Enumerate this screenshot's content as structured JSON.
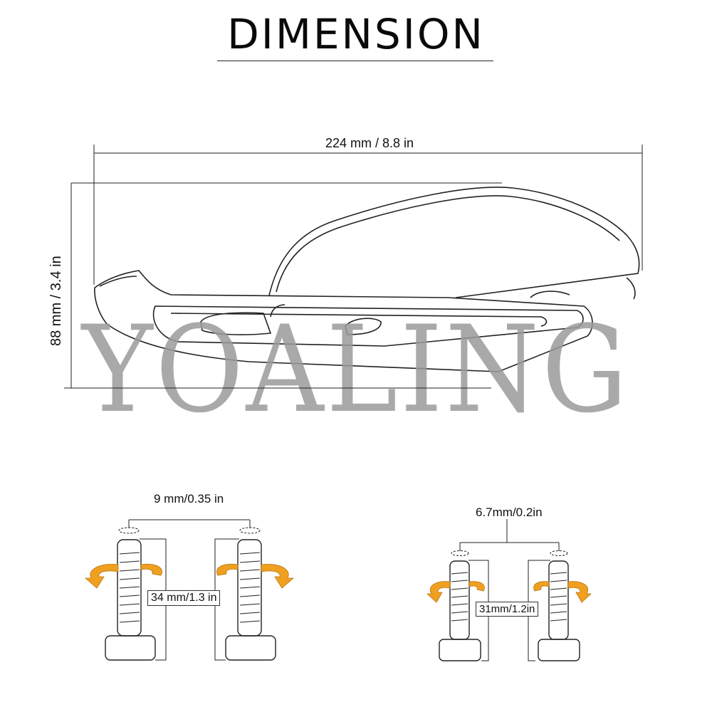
{
  "title": "DIMENSION",
  "watermark": "YOALING",
  "dimensions": {
    "width": "224 mm / 8.8 in",
    "height": "88 mm / 3.4 in",
    "bolt_a_diameter": "9 mm/0.35 in",
    "bolt_a_length": "34 mm/1.3 in",
    "bolt_b_diameter": "6.7mm/0.2in",
    "bolt_b_length": "31mm/1.2in"
  },
  "colors": {
    "line": "#222222",
    "watermark": "#9a9a9a",
    "arrow": "#f0a020"
  }
}
